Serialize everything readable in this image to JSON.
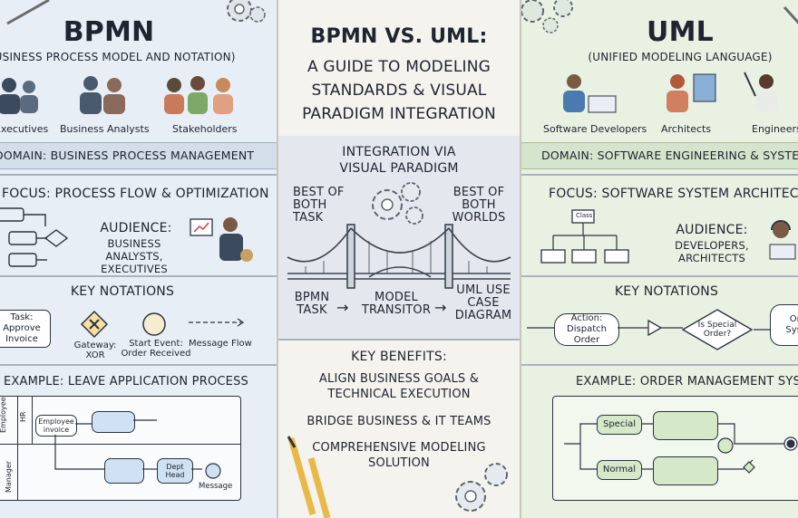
{
  "left": {
    "title": "BPMN",
    "subtitle": "(Business Process Model and Notation)",
    "personas": [
      "Executives",
      "Business Analysts",
      "Stakeholders"
    ],
    "domain": "Domain: Business Process Management",
    "focus": "Focus: Process Flow & Optimization",
    "audience_title": "Audience:",
    "audience_text": "Business Analysts, Executives",
    "key_notations": "Key Notations",
    "notations": {
      "task": "Task: Approve Invoice",
      "gateway": "Gateway: XOR",
      "start_event": "Start Event: Order Received",
      "message_flow": "Message Flow"
    },
    "example": "Example: Leave Application Process",
    "diagram": {
      "lane1": "Employee",
      "lane1b": "HR",
      "lane2": "Manager",
      "employee_invoice": "Employee invoice",
      "dept_head": "Dept Head",
      "message": "Message"
    }
  },
  "mid": {
    "title_line1": "BPMN vs. UML:",
    "title_line2": "A Guide to Modeling",
    "title_line3": "Standards & Visual",
    "title_line4": "Paradigm Integration",
    "integration_line1": "Integration via",
    "integration_line2": "Visual Paradigm",
    "best_left": "Best of Both Task",
    "best_right": "Best of Both Worlds",
    "bpmn_task": "BPMN Task",
    "model_transitor": "Model Transitor",
    "uml_use_case": "UML Use Case Diagram",
    "key_benefits": "Key Benefits:",
    "benefit1": "Align Business Goals & Technical Execution",
    "benefit2": "Bridge Business & IT Teams",
    "benefit3": "Comprehensive Modeling Solution"
  },
  "right": {
    "title": "UML",
    "subtitle": "(Unified Modeling Language)",
    "personas": [
      "Software Developers",
      "Architects",
      "Engineers"
    ],
    "domain": "Domain: Software Engineering & System Design",
    "focus": "Focus: Software System Architecture & Code",
    "audience_title": "Audience:",
    "audience_text": "Developers, Architects",
    "key_notations": "Key Notations",
    "class_label": "Class",
    "action": "Action: Dispatch Order",
    "decision": "Is Special Order?",
    "order_system": "Order System",
    "example": "Example: Order Management System",
    "special": "Special",
    "normal": "Normal"
  },
  "colors": {
    "bpmn_blue": "#cfe1f3",
    "uml_green": "#d5e8c8",
    "ink": "#1e2430"
  }
}
